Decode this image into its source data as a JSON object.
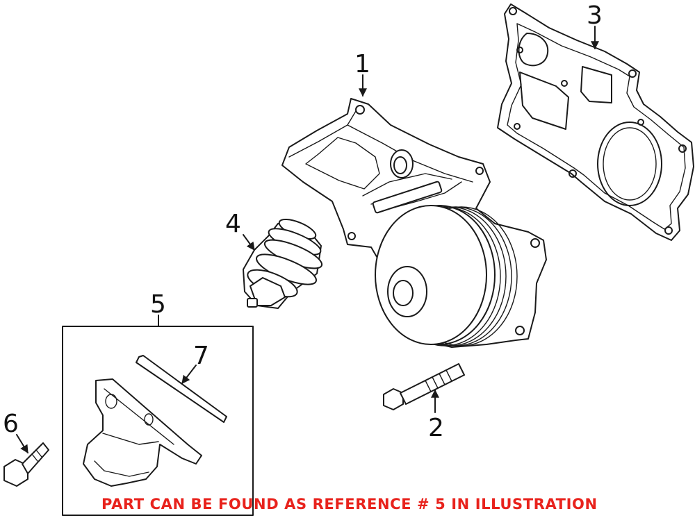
{
  "callouts": {
    "c1": "1",
    "c2": "2",
    "c3": "3",
    "c4": "4",
    "c5": "5",
    "c6": "6",
    "c7": "7"
  },
  "note": {
    "text": "PART CAN BE FOUND AS REFERENCE # 5 IN ILLUSTRATION",
    "color": "#e8221c"
  }
}
